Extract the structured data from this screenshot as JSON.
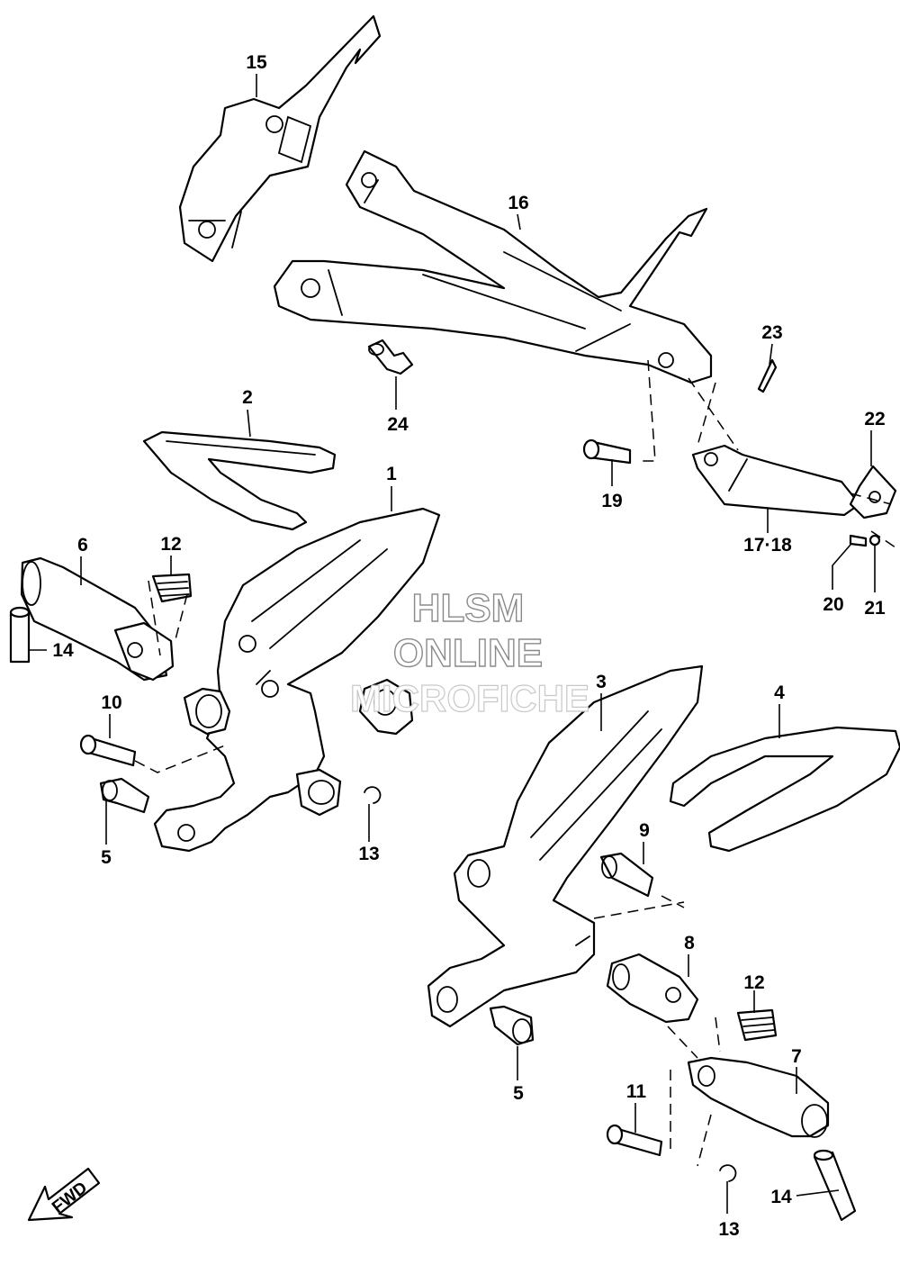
{
  "watermark": {
    "line1": "HLSM",
    "line2": "ONLINE",
    "line3": "MICROFICHE"
  },
  "direction_arrow": {
    "label": "FWD",
    "icon": "fwd-arrow-icon"
  },
  "callouts": {
    "c1": "1",
    "c2": "2",
    "c3": "3",
    "c4": "4",
    "c5a": "5",
    "c5b": "5",
    "c6": "6",
    "c7": "7",
    "c8": "8",
    "c9": "9",
    "c10": "10",
    "c11": "11",
    "c12a": "12",
    "c12b": "12",
    "c13a": "13",
    "c13b": "13",
    "c14a": "14",
    "c14b": "14",
    "c15": "15",
    "c16": "16",
    "c17_18": "17·18",
    "c19": "19",
    "c20": "20",
    "c21": "21",
    "c22": "22",
    "c23": "23",
    "c24": "24"
  },
  "colors": {
    "line": "#000000",
    "background": "#ffffff",
    "watermark_outline": "#8a8a8a"
  }
}
